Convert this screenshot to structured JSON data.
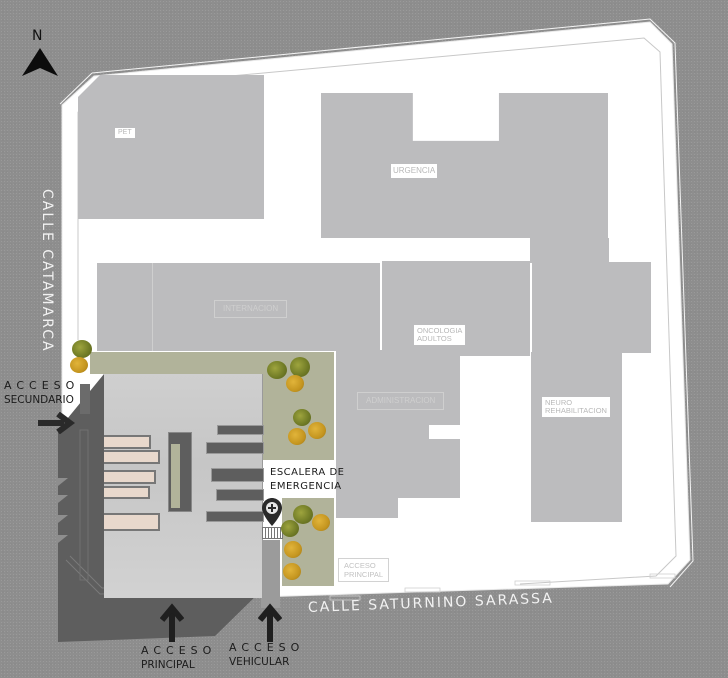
{
  "north_arrow": {
    "label": "N",
    "icon": "north-arrow-icon"
  },
  "streets": {
    "west": "CALLE CATAMARCA",
    "south": "CALLE SATURNINO SARASSA"
  },
  "zones": [
    {
      "id": "pet",
      "label": "PET"
    },
    {
      "id": "urgencia",
      "label": "URGENCIA"
    },
    {
      "id": "internacion",
      "label": "INTERNACION"
    },
    {
      "id": "oncologia",
      "label_line1": "ONCOLOGIA",
      "label_line2": "ADULTOS"
    },
    {
      "id": "administracion",
      "label": "ADMINISTRACION"
    },
    {
      "id": "neuro",
      "label_line1": "NEURO",
      "label_line2": "REHABILITACION"
    },
    {
      "id": "acceso_principal_existing",
      "label_line1": "ACCESO",
      "label_line2": "PRINCIPAL"
    }
  ],
  "accesses": {
    "secundario": {
      "line1": "ACCESO",
      "line2": "SECUNDARIO",
      "icon": "arrow-right-icon"
    },
    "principal": {
      "line1": "ACCESO",
      "line2": "PRINCIPAL",
      "icon": "arrow-up-icon"
    },
    "vehicular": {
      "line1": "ACCESO",
      "line2": "VEHICULAR",
      "icon": "arrow-up-icon"
    }
  },
  "emergency_stair": {
    "line1": "ESCALERA DE",
    "line2": "EMERGENCIA",
    "icon": "map-pin-plus-icon"
  },
  "colors": {
    "ground": "#8e8e8e",
    "site": "#ffffff",
    "buildings": "#bcbcbe",
    "new_building_roof": "#cfcfcf",
    "new_building_shadow": "#5e5e5e",
    "green_area": "#b1b39a",
    "tree_green": "#7d8a2a",
    "tree_yellow": "#d4a42c",
    "labels_dark": "#1c1c1c"
  }
}
